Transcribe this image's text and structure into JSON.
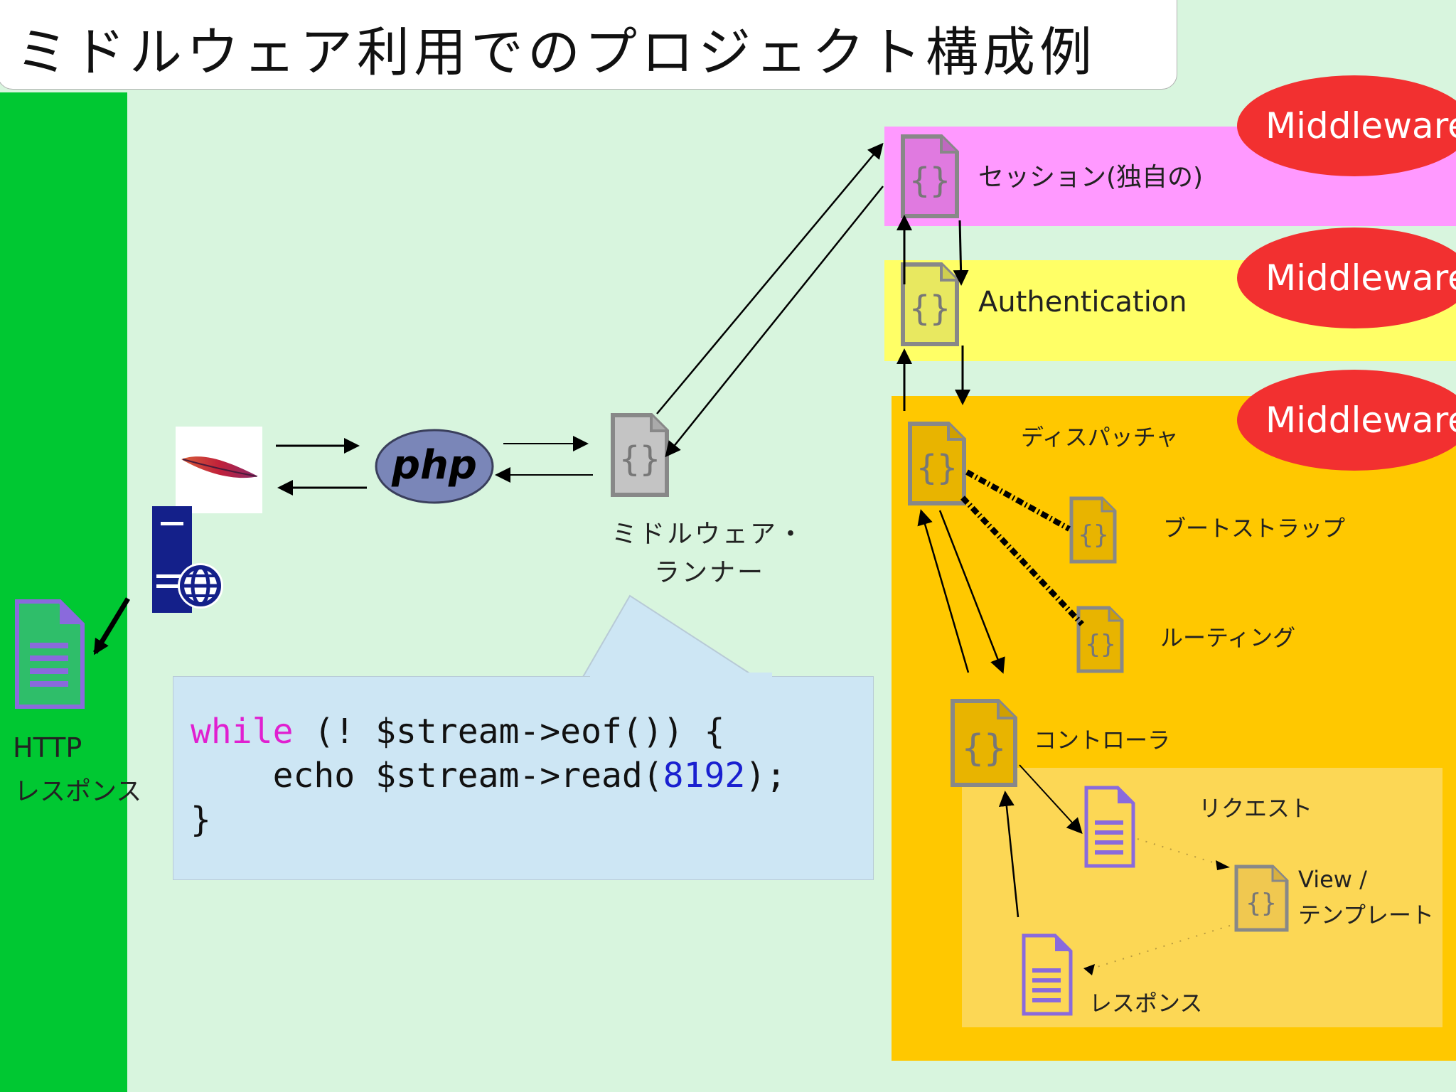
{
  "title": "ミドルウェア利用でのプロジェクト構成例",
  "middleware_badge": "Middleware",
  "layers": {
    "session": "セッション(独自の)",
    "auth": "Authentication",
    "dispatcher": "ディスパッチャ"
  },
  "components": {
    "bootstrap": "ブートストラップ",
    "routing": "ルーティング",
    "controller": "コントローラ",
    "request": "リクエスト",
    "view_line1": "View /",
    "view_line2": "テンプレート",
    "response": "レスポンス"
  },
  "runner": {
    "line1": "ミドルウェア・",
    "line2": "ランナー"
  },
  "http_response": {
    "line1": "HTTP",
    "line2": "レスポンス"
  },
  "php_logo_text": "php",
  "code": {
    "kw_while": "while",
    "line1_rest": " (! $stream->eof()) {",
    "line2_pre": "    echo $stream->read(",
    "line2_num": "8192",
    "line2_post": ");",
    "line3": "}"
  },
  "colors": {
    "background": "#d8f5de",
    "left_strip": "#00c832",
    "session_band": "#ff99ff",
    "auth_band": "#ffff66",
    "dispatcher_band": "#ffc800",
    "middleware_badge": "#f23030",
    "code_box": "#cde6f4",
    "keyword": "#e020d0",
    "number": "#1a20d0"
  }
}
